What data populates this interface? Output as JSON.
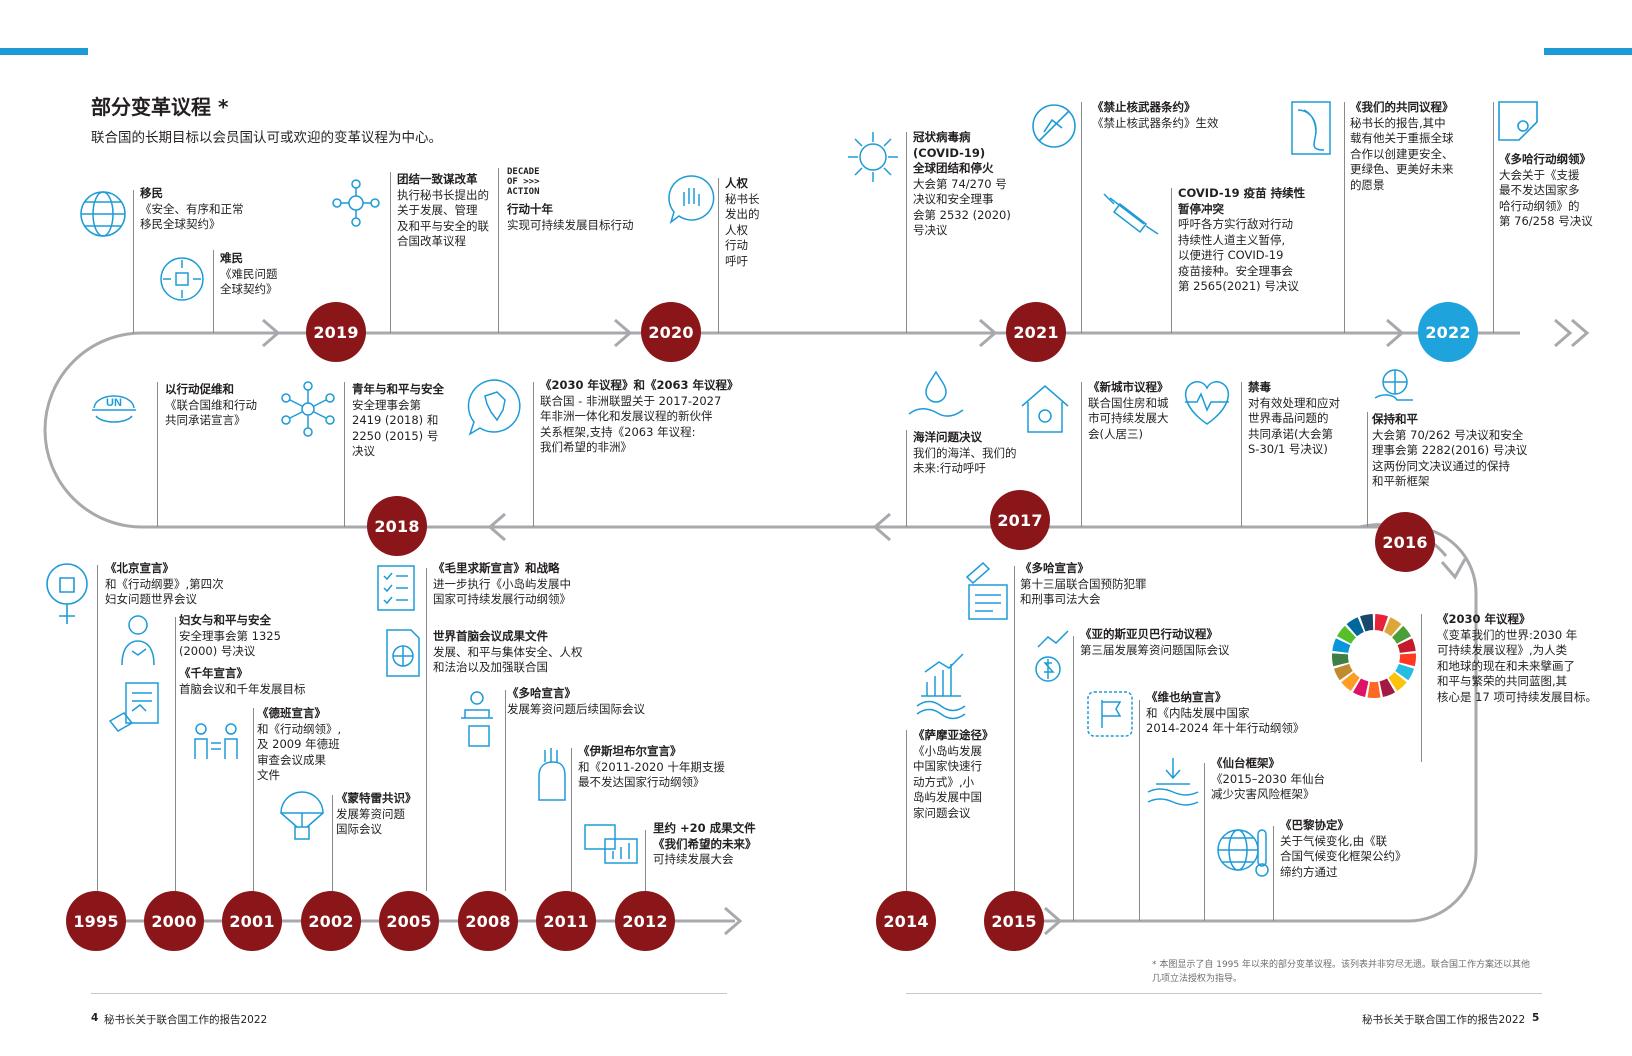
{
  "page": {
    "title": "部分变革议程 *",
    "subtitle": "联合国的长期目标以会员国认可或欢迎的变革议程为中心。",
    "footnote": "* 本图显示了自 1995 年以来的部分变革议程。该列表并非穷尽无遗。联合国工作方案还以其他几项立法授权为指导。",
    "footer_left_num": "4",
    "footer_left_text": "秘书长关于联合国工作的报告2022",
    "footer_right_text": "秘书长关于联合国工作的报告2022",
    "footer_right_num": "5",
    "decade_logo": "DECADE\nOF >>>\nACTION"
  },
  "colors": {
    "maroon": "#8a1619",
    "blue": "#1d9bd7",
    "line": "#8a8a8a"
  },
  "years": [
    "2019",
    "2020",
    "2021",
    "2022",
    "2018",
    "2017",
    "2016",
    "1995",
    "2000",
    "2001",
    "2002",
    "2005",
    "2008",
    "2011",
    "2012",
    "2014",
    "2015"
  ],
  "entries": [
    {
      "h": "移民",
      "b": "《安全、有序和正常\n移民全球契约》",
      "icon": "globe-migration-icon"
    },
    {
      "h": "难民",
      "b": "《难民问题\n全球契约》",
      "icon": "refugee-icon"
    },
    {
      "h": "团结一致谋改革",
      "b": "执行秘书长提出的\n关于发展、管理\n及和平与安全的联\n合国改革议程",
      "icon": "network-icon"
    },
    {
      "h": "行动十年",
      "b": "实现可持续发展目标行动",
      "icon": "decade-of-action-logo"
    },
    {
      "h": "人权",
      "b": "秘书长\n发出的\n人权\n行动\n呼吁",
      "icon": "human-rights-hand-icon"
    },
    {
      "h": "冠状病毒病\n(COVID-19)\n全球团结和停火",
      "b": "大会第 74/270 号\n决议和安全理事\n会第 2532 (2020)\n号决议",
      "icon": "virus-icon"
    },
    {
      "h": "《禁止核武器条约》",
      "b": "《禁止核武器条约》生效",
      "icon": "no-nuclear-icon"
    },
    {
      "h": "COVID-19 疫苗 持续性\n暂停冲突",
      "b": "呼吁各方实行敌对行动\n持续性人道主义暂停,\n以便进行 COVID-19\n疫苗接种。安全理事会\n第 2565(2021) 号决议",
      "icon": "syringe-icon"
    },
    {
      "h": "《我们的共同议程》",
      "b": "秘书长的报告,其中\n载有他关于重振全球\n合作以创建更安全、\n更绿色、更美好未来\n的愿景",
      "icon": "document-icon"
    },
    {
      "h": "《多哈行动纲领》",
      "b": "大会关于《支援\n最不发达国家多\n哈行动纲领》的\n第 76/258 号决议",
      "icon": "doha-programme-icon"
    },
    {
      "h": "以行动促维和",
      "b": "《联合国维和行动\n共同承诺宣言》",
      "icon": "un-helmet-icon"
    },
    {
      "h": "青年与和平与安全",
      "b": "安全理事会第\n2419 (2018) 和\n2250 (2015) 号\n决议",
      "icon": "youth-network-icon"
    },
    {
      "h": "《2030 年议程》和《2063 年议程》",
      "b": "联合国 - 非洲联盟关于 2017-2027\n年非洲一体化和发展议程的新伙伴\n关系框架,支持《2063 年议程:\n我们希望的非洲》",
      "icon": "africa-icon"
    },
    {
      "h": "海洋问题决议",
      "b": "我们的海洋、我们的\n未来:行动呼吁",
      "icon": "ocean-drop-icon"
    },
    {
      "h": "《新城市议程》",
      "b": "联合国住房和城\n市可持续发展大\n会(人居三)",
      "icon": "house-icon"
    },
    {
      "h": "禁毒",
      "b": "对有效处理和应对\n世界毒品问题的\n共同承诺(大会第\nS-30/1 号决议)",
      "icon": "heart-pulse-icon"
    },
    {
      "h": "保持和平",
      "b": "大会第 70/262 号决议和安全\n理事会第 2282(2016) 号决议\n这两份同文决议通过的保持\n和平新框架",
      "icon": "hand-globe-icon"
    },
    {
      "h": "《2030 年议程》",
      "b": "《变革我们的世界:2030 年\n可持续发展议程》,为人类\n和地球的现在和未来擘画了\n和平与繁荣的共同蓝图,其\n核心是 17 项可持续发展目标。",
      "icon": "sdg-wheel-icon"
    },
    {
      "h": "《北京宣言》",
      "b": "和《行动纲要》,第四次\n妇女问题世界会议",
      "icon": "female-fist-icon"
    },
    {
      "h": "妇女与和平与安全",
      "b": "安全理事会第 1325\n(2000) 号决议",
      "icon": "woman-dove-icon"
    },
    {
      "h": "《千年宣言》",
      "b": "首脑会议和千年发展目标",
      "icon": "signing-icon"
    },
    {
      "h": "《德班宣言》",
      "b": "和《行动纲领》,\n及 2009 年德班\n审查会议成果\n文件",
      "icon": "equality-icon"
    },
    {
      "h": "《蒙特雷共识》",
      "b": "发展筹资问题\n国际会议",
      "icon": "parachute-icon"
    },
    {
      "h": "《毛里求斯宣言》和战略",
      "b": "进一步执行《小岛屿发展中\n国家可持续发展行动纲领》",
      "icon": "checklist-icon"
    },
    {
      "h": "世界首脑会议成果文件",
      "b": "发展、和平与集体安全、人权\n和法治以及加强联合国",
      "icon": "globe-document-icon"
    },
    {
      "h": "《多哈宣言》",
      "b": "发展筹资问题后续国际会议",
      "icon": "podium-icon"
    },
    {
      "h": "《伊斯坦布尔宣言》",
      "b": "和《2011-2020 十年期支援\n最不发达国家行动纲领》",
      "icon": "helping-hand-icon"
    },
    {
      "h": "里约 +20 成果文件\n《我们希望的未来》",
      "b": "可持续发展大会",
      "icon": "chat-chart-icon"
    },
    {
      "h": "《萨摩亚途径》",
      "b": "《小岛屿发展\n中国家快速行\n动方式》,小\n岛屿发展中国\n家问题会议",
      "icon": "island-growth-icon"
    },
    {
      "h": "《多哈宣言》",
      "b": "第十三届联合国预防犯罪\n和刑事司法大会",
      "icon": "gavel-icon"
    },
    {
      "h": "《亚的斯亚贝巴行动议程》",
      "b": "第三届发展筹资问题国际会议",
      "icon": "money-growth-icon"
    },
    {
      "h": "《维也纳宣言》",
      "b": "和《内陆发展中国家\n2014-2024 年十年行动纲领》",
      "icon": "flag-border-icon"
    },
    {
      "h": "《仙台框架》",
      "b": "《2015–2030 年仙台\n减少灾害风险框架》",
      "icon": "disaster-risk-icon"
    },
    {
      "h": "《巴黎协定》",
      "b": "关于气候变化,由《联\n合国气候变化框架公约》\n缔约方通过",
      "icon": "globe-thermometer-icon"
    }
  ]
}
